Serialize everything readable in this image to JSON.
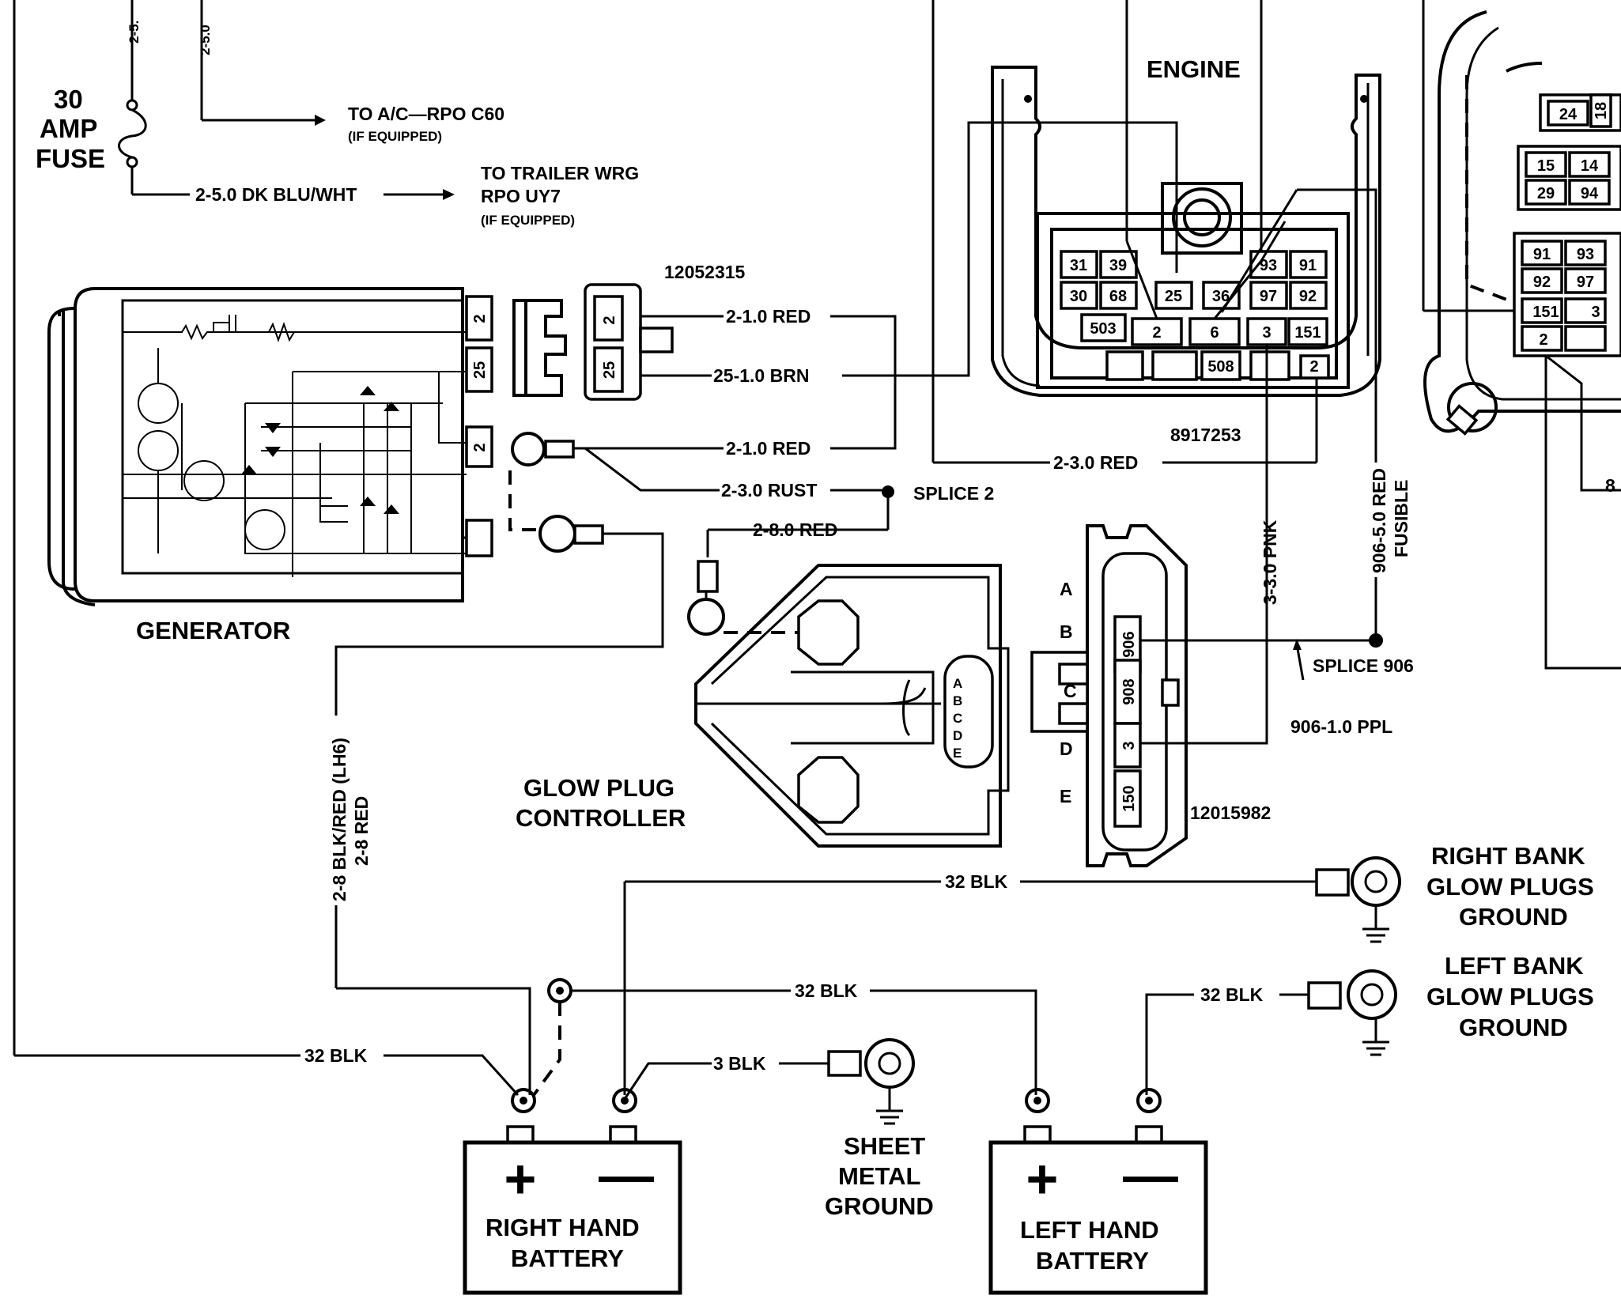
{
  "fuse": {
    "line1": "30",
    "line2": "AMP",
    "line3": "FUSE",
    "wire_a": "2-5.",
    "wire_b": "2-5.0",
    "wire_out": "2-5.0 DK BLU/WHT"
  },
  "ac_note": {
    "line1": "TO A/C—RPO C60",
    "line2": "(IF EQUIPPED)"
  },
  "trailer_note": {
    "line1": "TO TRAILER WRG",
    "line2": "RPO UY7",
    "line3": "(IF EQUIPPED)"
  },
  "generator": {
    "label": "GENERATOR",
    "pins": [
      "2",
      "25",
      "2"
    ]
  },
  "gen_connector": {
    "part": "12052315",
    "pins": [
      "2",
      "25"
    ]
  },
  "wires": {
    "red_2_1": "2-1.0 RED",
    "brn_25": "25-1.0 BRN",
    "red_2_1b": "2-1.0 RED",
    "rust": "2-3.0 RUST",
    "splice2": "SPLICE 2",
    "red_2_8": "2-8.0 RED",
    "red_2_3": "2-3.0 RED",
    "pnk": "3-3.0 PNK",
    "red_906_a": "906-5.0 RED",
    "red_906_b": "FUSIBLE",
    "splice906": "SPLICE 906",
    "ppl": "906-1.0 PPL",
    "gen_batt_a": "2-8 BLK/RED (LH6)",
    "gen_batt_b": "2-8 RED",
    "blk32_a": "32 BLK",
    "blk32_b": "32 BLK",
    "blk32_c": "32 BLK",
    "blk32_d": "32 BLK",
    "blk3": "3 BLK"
  },
  "engine": {
    "label": "ENGINE",
    "part": "8917253",
    "pins": [
      "31",
      "39",
      "93",
      "91",
      "30",
      "68",
      "25",
      "36",
      "97",
      "92",
      "503",
      "2",
      "6",
      "3",
      "151",
      "508",
      "2"
    ]
  },
  "right_module": {
    "pins": [
      "24",
      "18",
      "15",
      "14",
      "29",
      "94",
      "91",
      "93",
      "92",
      "97",
      "151",
      "3",
      "2",
      "8"
    ]
  },
  "gpc": {
    "line1": "GLOW PLUG",
    "line2": "CONTROLLER",
    "letters": [
      "A",
      "B",
      "C",
      "D",
      "E"
    ]
  },
  "gpc_connector": {
    "part": "12015982",
    "letters": [
      "A",
      "B",
      "C",
      "D",
      "E"
    ],
    "pins": [
      "906",
      "908",
      "3",
      "150"
    ]
  },
  "right_bank": {
    "line1": "RIGHT BANK",
    "line2": "GLOW PLUGS",
    "line3": "GROUND"
  },
  "left_bank": {
    "line1": "LEFT BANK",
    "line2": "GLOW PLUGS",
    "line3": "GROUND"
  },
  "sheet_metal": {
    "line1": "SHEET",
    "line2": "METAL",
    "line3": "GROUND"
  },
  "right_battery": {
    "line1": "RIGHT HAND",
    "line2": "BATTERY",
    "plus": "+",
    "minus": "—"
  },
  "left_battery": {
    "line1": "LEFT HAND",
    "line2": "BATTERY",
    "plus": "+",
    "minus": "—"
  }
}
